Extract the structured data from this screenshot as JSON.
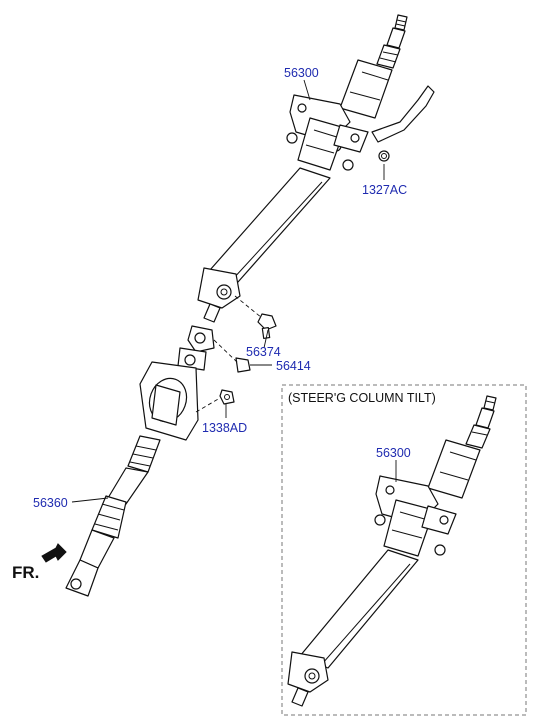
{
  "colors": {
    "callout": "#1f2bb0",
    "outline": "#111111",
    "background": "#ffffff",
    "box_border": "#777777"
  },
  "callouts": {
    "column_main": "56300",
    "bolt_1327": "1327AC",
    "bolt_56374": "56374",
    "bolt_56414": "56414",
    "nut_1338": "1338AD",
    "shaft_56360": "56360",
    "column_tilt": "56300"
  },
  "tilt_box": {
    "title": "(STEER'G COLUMN TILT)"
  },
  "direction": {
    "label": "FR.",
    "icon": "direction-arrow-icon"
  }
}
